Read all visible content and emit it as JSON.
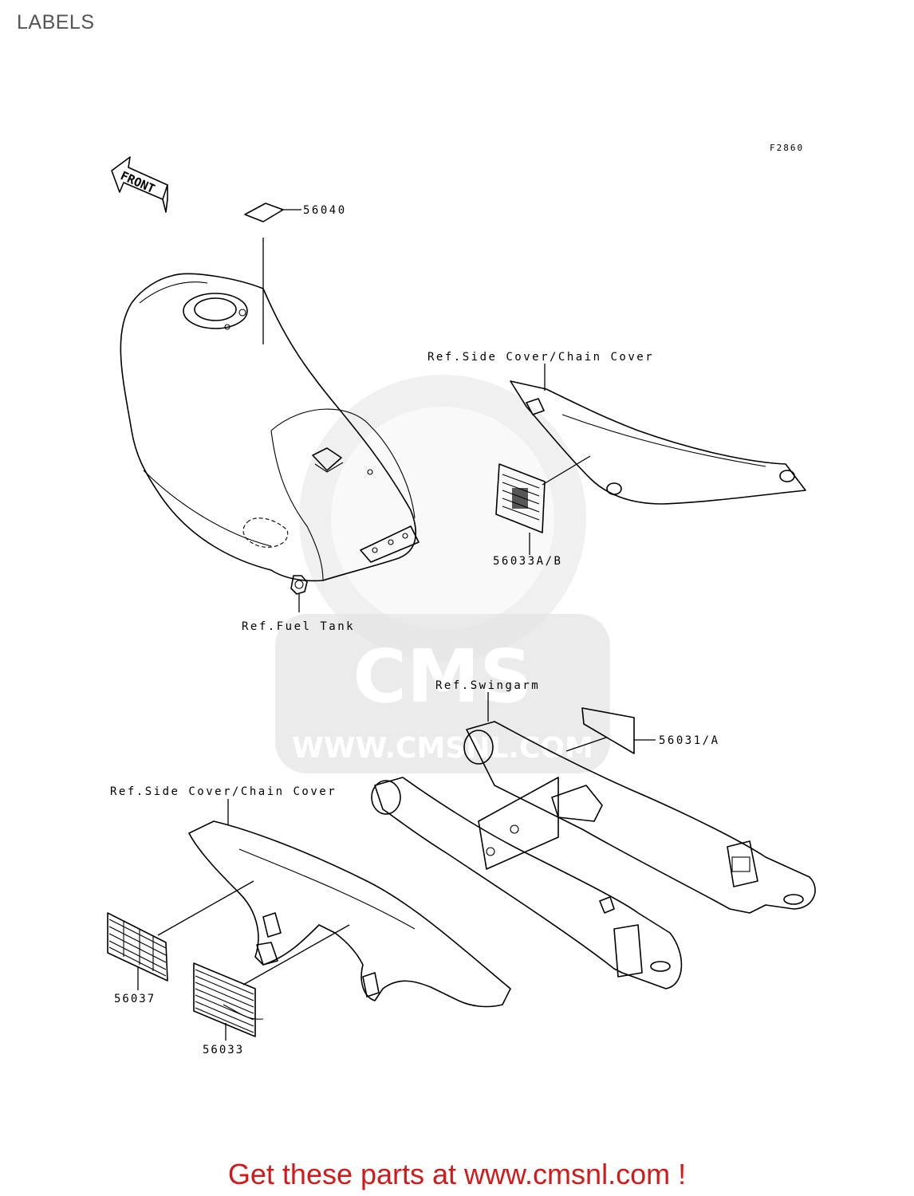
{
  "title": "LABELS",
  "figure_code": "F2860",
  "front_label": "FRONT",
  "watermark": {
    "brand": "CMS",
    "url": "WWW.CMSNL.COM"
  },
  "callouts": {
    "p56040": "56040",
    "p56033ab": "56033A/B",
    "p56031a": "56031/A",
    "p56037": "56037",
    "p56033": "56033"
  },
  "references": {
    "fuel_tank": "Ref.Fuel Tank",
    "side_cover_top": "Ref.Side Cover/Chain Cover",
    "swingarm": "Ref.Swingarm",
    "side_cover_bottom": "Ref.Side Cover/Chain Cover"
  },
  "footer": "Get these parts at www.cmsnl.com !"
}
